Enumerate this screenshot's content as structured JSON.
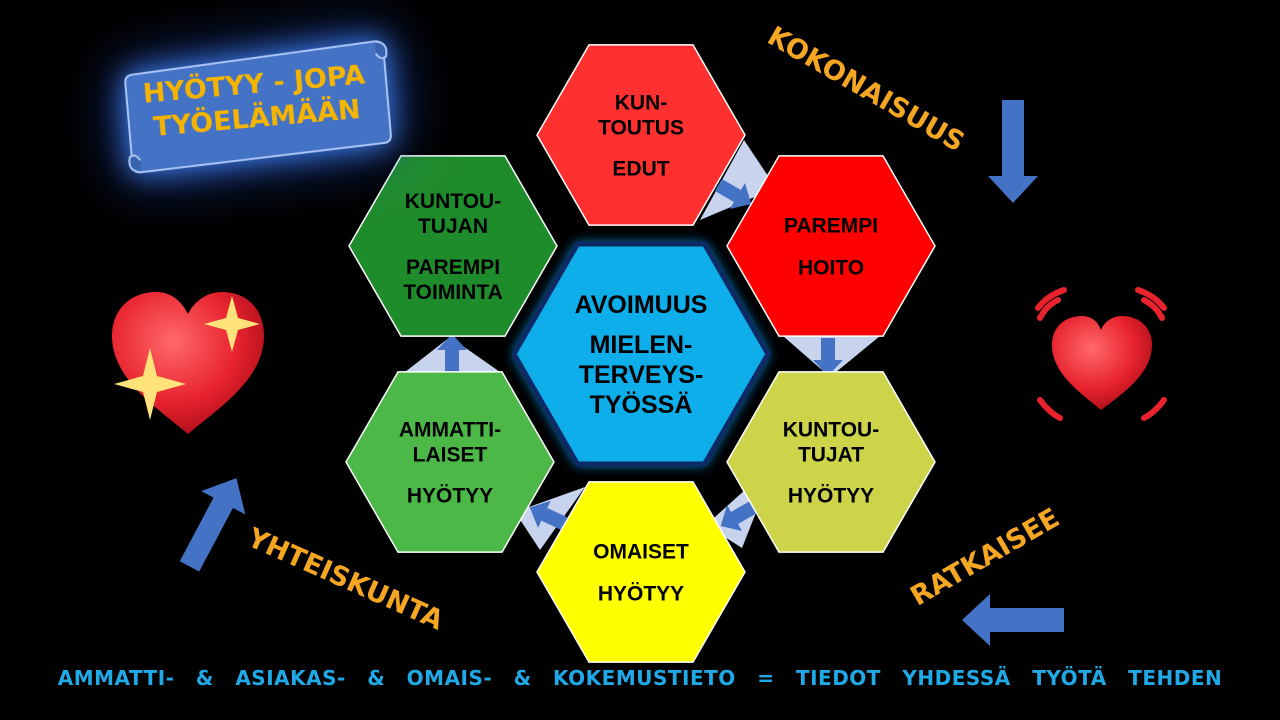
{
  "banner": {
    "line1": "HYÖTYY - JOPA",
    "line2": "TYÖELÄMÄÄN"
  },
  "center": {
    "lines": [
      "AVOIMUUS",
      "MIELEN-",
      "TERVEYS-",
      "TYÖSSÄ"
    ],
    "color": "#0aaeea"
  },
  "hexagons": [
    {
      "id": "kuntoutus",
      "color": "#ff3030",
      "lines": [
        "KUN-",
        "TOUTUS",
        "EDUT"
      ]
    },
    {
      "id": "parempi-hoito",
      "color": "#ff0000",
      "lines": [
        "PAREMPI",
        "HOITO"
      ]
    },
    {
      "id": "kuntoutujat",
      "color": "#cdd44a",
      "lines": [
        "KUNTOU-",
        "TUJAT",
        "HYÖTYY"
      ]
    },
    {
      "id": "omaiset",
      "color": "#ffff00",
      "lines": [
        "OMAISET",
        "HYÖTYY"
      ]
    },
    {
      "id": "ammattilaiset",
      "color": "#4cb848",
      "lines": [
        "AMMATTI-",
        "LAISET",
        "HYÖTYY"
      ]
    },
    {
      "id": "kuntoutujan",
      "color": "#1f8c2c",
      "lines": [
        "KUNTOU-",
        "TUJAN",
        "PAREMPI",
        "TOIMINTA"
      ]
    }
  ],
  "corner_words": {
    "kokonaisuus": "KOKONAISUUS",
    "ratkaisee": "RATKAISEE",
    "yhteiskunta": "YHTEISKUNTA"
  },
  "footer": "AMMATTI- & ASIAKAS- & OMAIS- & KOKEMUSTIETO = TIEDOT YHDESSÄ TYÖTÄ TEHDEN",
  "colors": {
    "accent_text": "#f5a623",
    "arrow": "#4472c4",
    "connector": "#c8d4ee",
    "footer": "#1fa9e6"
  },
  "icons": [
    "sparkling-heart-icon",
    "beating-heart-icon",
    "arrow-down-icon",
    "arrow-left-icon",
    "arrow-up-right-icon"
  ]
}
